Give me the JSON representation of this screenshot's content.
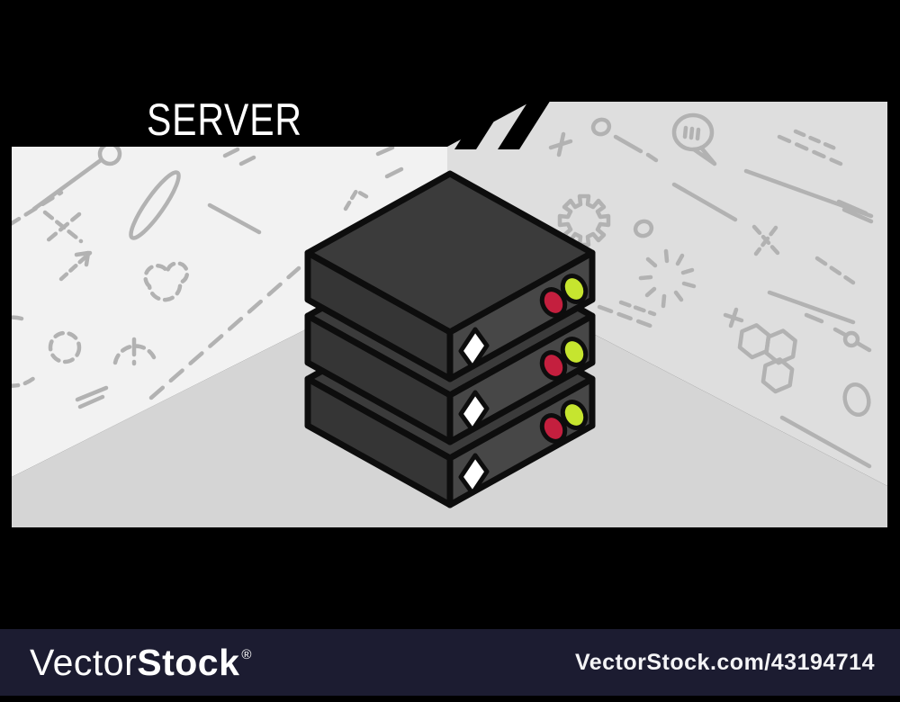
{
  "title": {
    "label": "SERVER"
  },
  "footer": {
    "background_color": "#1c1c31",
    "brand": {
      "part_light": "Vector",
      "part_bold": "Stock",
      "registered_mark": "®"
    },
    "url_text": "VectorStock.com/43194714"
  },
  "scene": {
    "room": {
      "background_color": "#000000",
      "left_wall_color": "#f2f2f2",
      "right_wall_color": "#dedede",
      "floor_color": "#d5d5d5",
      "doodle_color": "#b2b2b2",
      "corner_stripe_color": "#000000",
      "decoration_icons": [
        "speech-bubble",
        "gear",
        "hexagon-cluster",
        "starburst",
        "rings",
        "plus-marks",
        "cross-marks",
        "dashed-lines",
        "arrow",
        "exclamation",
        "dashed-circle",
        "leaf-ellipse"
      ]
    },
    "server_stack": {
      "unit_count": 3,
      "leds_per_unit": [
        "red",
        "yellow-green"
      ],
      "top_face_color": "#3b3b3b",
      "left_face_color": "#353535",
      "right_face_color": "#474747",
      "outline_color": "#0d0d0d",
      "led_red_color": "#c41f3e",
      "led_green_color": "#c6e52f",
      "label_square_color": "#ffffff"
    }
  }
}
